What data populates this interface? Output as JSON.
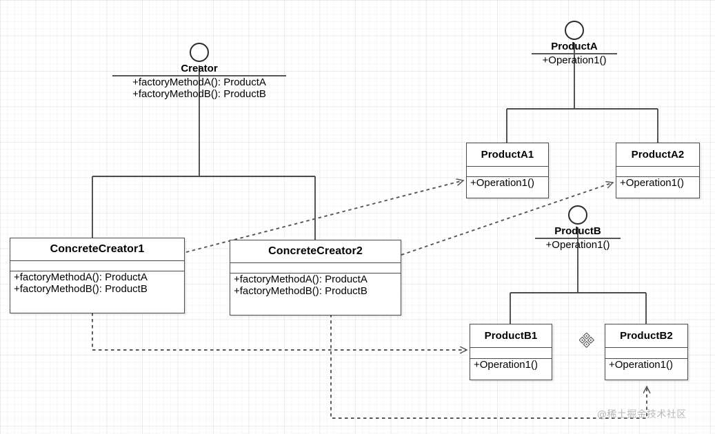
{
  "diagram": {
    "title": "Factory Method Pattern UML Class Diagram",
    "watermark": "@稀土掘金技术社区",
    "colors": {
      "background": "#ffffff",
      "grid_minor": "rgba(0,0,0,0.030)",
      "grid_major": "rgba(0,0,0,0.045)",
      "box_border": "#4a4a4a",
      "line": "#4a4a4a",
      "dashed_line": "#666666",
      "text": "#000000",
      "watermark": "#b9b9b9"
    }
  },
  "interfaces": [
    {
      "id": "creator",
      "name": "Creator",
      "icon": "interface-lollipop-icon",
      "operations": [
        "+factoryMethodA(): ProductA",
        "+factoryMethodB(): ProductB"
      ]
    },
    {
      "id": "productA",
      "name": "ProductA",
      "icon": "interface-lollipop-icon",
      "operations": [
        "+Operation1()"
      ]
    },
    {
      "id": "productB",
      "name": "ProductB",
      "icon": "interface-lollipop-icon",
      "operations": [
        "+Operation1()"
      ]
    }
  ],
  "classes": [
    {
      "id": "concreteCreator1",
      "name": "ConcreteCreator1",
      "attributes": [],
      "operations": [
        "+factoryMethodA(): ProductA",
        "+factoryMethodB(): ProductB"
      ]
    },
    {
      "id": "concreteCreator2",
      "name": "ConcreteCreator2",
      "attributes": [],
      "operations": [
        "+factoryMethodA(): ProductA",
        "+factoryMethodB(): ProductB"
      ]
    },
    {
      "id": "productA1",
      "name": "ProductA1",
      "attributes": [],
      "operations": [
        "+Operation1()"
      ]
    },
    {
      "id": "productA2",
      "name": "ProductA2",
      "attributes": [],
      "operations": [
        "+Operation1()"
      ]
    },
    {
      "id": "productB1",
      "name": "ProductB1",
      "attributes": [],
      "operations": [
        "+Operation1()"
      ]
    },
    {
      "id": "productB2",
      "name": "ProductB2",
      "attributes": [],
      "operations": [
        "+Operation1()"
      ]
    }
  ],
  "relationships": [
    {
      "id": "r1",
      "type": "realization",
      "style": "solid",
      "from": "concreteCreator1",
      "to": "creator"
    },
    {
      "id": "r2",
      "type": "realization",
      "style": "solid",
      "from": "concreteCreator2",
      "to": "creator"
    },
    {
      "id": "r3",
      "type": "realization",
      "style": "solid",
      "from": "productA1",
      "to": "productA"
    },
    {
      "id": "r4",
      "type": "realization",
      "style": "solid",
      "from": "productA2",
      "to": "productA"
    },
    {
      "id": "r5",
      "type": "realization",
      "style": "solid",
      "from": "productB1",
      "to": "productB"
    },
    {
      "id": "r6",
      "type": "realization",
      "style": "solid",
      "from": "productB2",
      "to": "productB"
    },
    {
      "id": "r7",
      "type": "dependency",
      "style": "dashed",
      "from": "concreteCreator1",
      "to": "productA1"
    },
    {
      "id": "r8",
      "type": "dependency",
      "style": "dashed",
      "from": "concreteCreator2",
      "to": "productA2"
    },
    {
      "id": "r9",
      "type": "dependency",
      "style": "dashed",
      "from": "concreteCreator1",
      "to": "productB1"
    },
    {
      "id": "r10",
      "type": "dependency",
      "style": "dashed",
      "from": "concreteCreator2",
      "to": "productB2"
    }
  ],
  "handles": [
    {
      "id": "h1",
      "icon": "move-handle-icon"
    }
  ]
}
